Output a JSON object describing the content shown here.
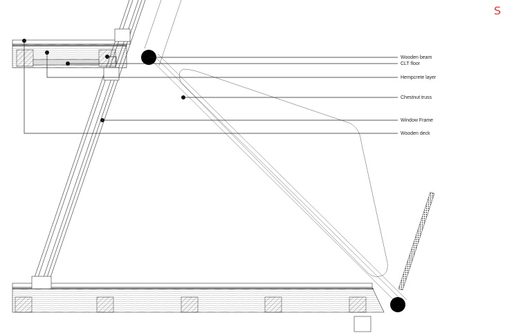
{
  "section_mark": "S",
  "labels": {
    "wooden_beam": "Wooden beam",
    "clt_floor": "CLT floor",
    "hempcrete": "Hempcrete layer",
    "chestnut_truss": "Chestnut truss",
    "window_frame": "Window Frame",
    "wooden_deck": "Wooden deck"
  },
  "colors": {
    "accent": "#e53935",
    "line": "#222222"
  }
}
